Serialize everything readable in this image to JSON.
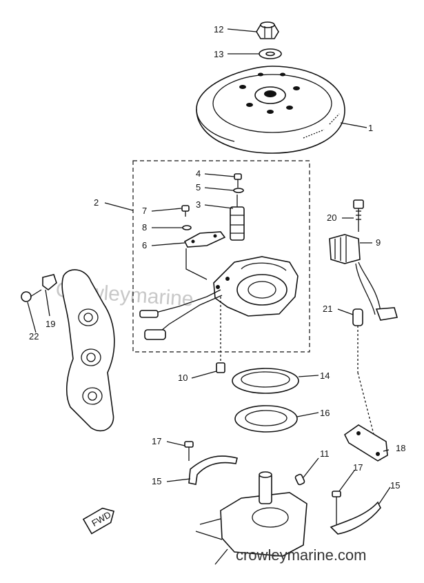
{
  "diagram": {
    "callouts": [
      "1",
      "2",
      "3",
      "4",
      "5",
      "6",
      "7",
      "8",
      "9",
      "10",
      "11",
      "12",
      "13",
      "14",
      "15",
      "15",
      "16",
      "17",
      "17",
      "18",
      "19",
      "20",
      "21",
      "22"
    ],
    "fwd_label": "FWD",
    "watermark_text": "crowleymarine.com",
    "ghost_watermark": "Crowleymarine"
  }
}
